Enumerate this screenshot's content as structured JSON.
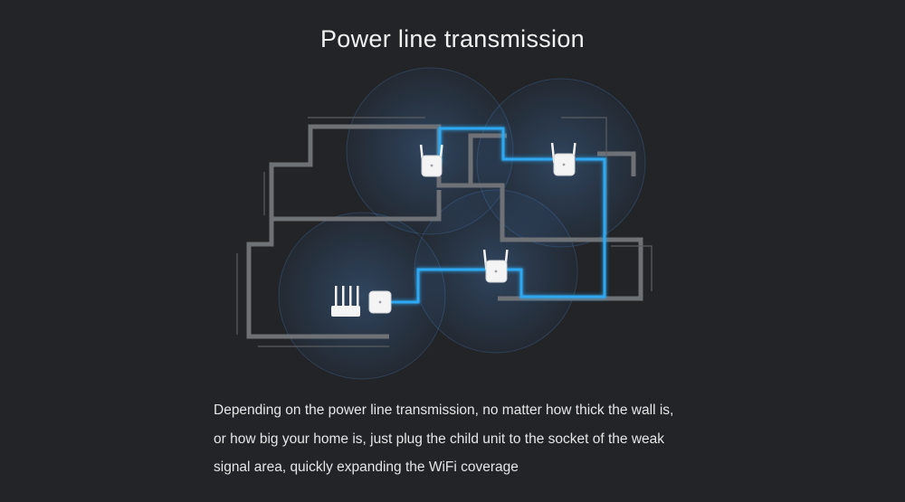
{
  "title": "Power line transmission",
  "description": {
    "lines": [
      "Depending on the power line transmission, no matter how thick the wall is,",
      "or how big your home is, just plug the child unit to the socket of  the weak",
      "signal area, quickly expanding the WiFi coverage"
    ]
  },
  "illustration": {
    "wall_color": "#6e7176",
    "power_line_color": "#2fa8f0",
    "coverage_color": "#4f8fd8",
    "devices": [
      "router-icon",
      "main-unit-icon",
      "child-unit-icon",
      "child-unit-icon",
      "child-unit-icon"
    ]
  }
}
